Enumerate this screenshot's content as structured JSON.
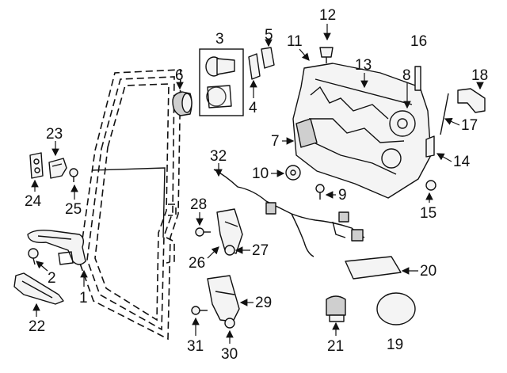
{
  "diagram": {
    "callouts": [
      {
        "id": "1",
        "text": "1"
      },
      {
        "id": "2",
        "text": "2"
      },
      {
        "id": "3",
        "text": "3"
      },
      {
        "id": "4",
        "text": "4"
      },
      {
        "id": "5",
        "text": "5"
      },
      {
        "id": "6",
        "text": "6"
      },
      {
        "id": "7",
        "text": "7"
      },
      {
        "id": "8",
        "text": "8"
      },
      {
        "id": "9",
        "text": "9"
      },
      {
        "id": "10",
        "text": "10"
      },
      {
        "id": "11",
        "text": "11"
      },
      {
        "id": "12",
        "text": "12"
      },
      {
        "id": "13",
        "text": "13"
      },
      {
        "id": "14",
        "text": "14"
      },
      {
        "id": "15",
        "text": "15"
      },
      {
        "id": "16",
        "text": "16"
      },
      {
        "id": "17",
        "text": "17"
      },
      {
        "id": "18",
        "text": "18"
      },
      {
        "id": "19",
        "text": "19"
      },
      {
        "id": "20",
        "text": "20"
      },
      {
        "id": "21",
        "text": "21"
      },
      {
        "id": "22",
        "text": "22"
      },
      {
        "id": "23",
        "text": "23"
      },
      {
        "id": "24",
        "text": "24"
      },
      {
        "id": "25",
        "text": "25"
      },
      {
        "id": "26",
        "text": "26"
      },
      {
        "id": "27",
        "text": "27"
      },
      {
        "id": "28",
        "text": "28"
      },
      {
        "id": "29",
        "text": "29"
      },
      {
        "id": "30",
        "text": "30"
      },
      {
        "id": "31",
        "text": "31"
      },
      {
        "id": "32",
        "text": "32"
      }
    ]
  }
}
